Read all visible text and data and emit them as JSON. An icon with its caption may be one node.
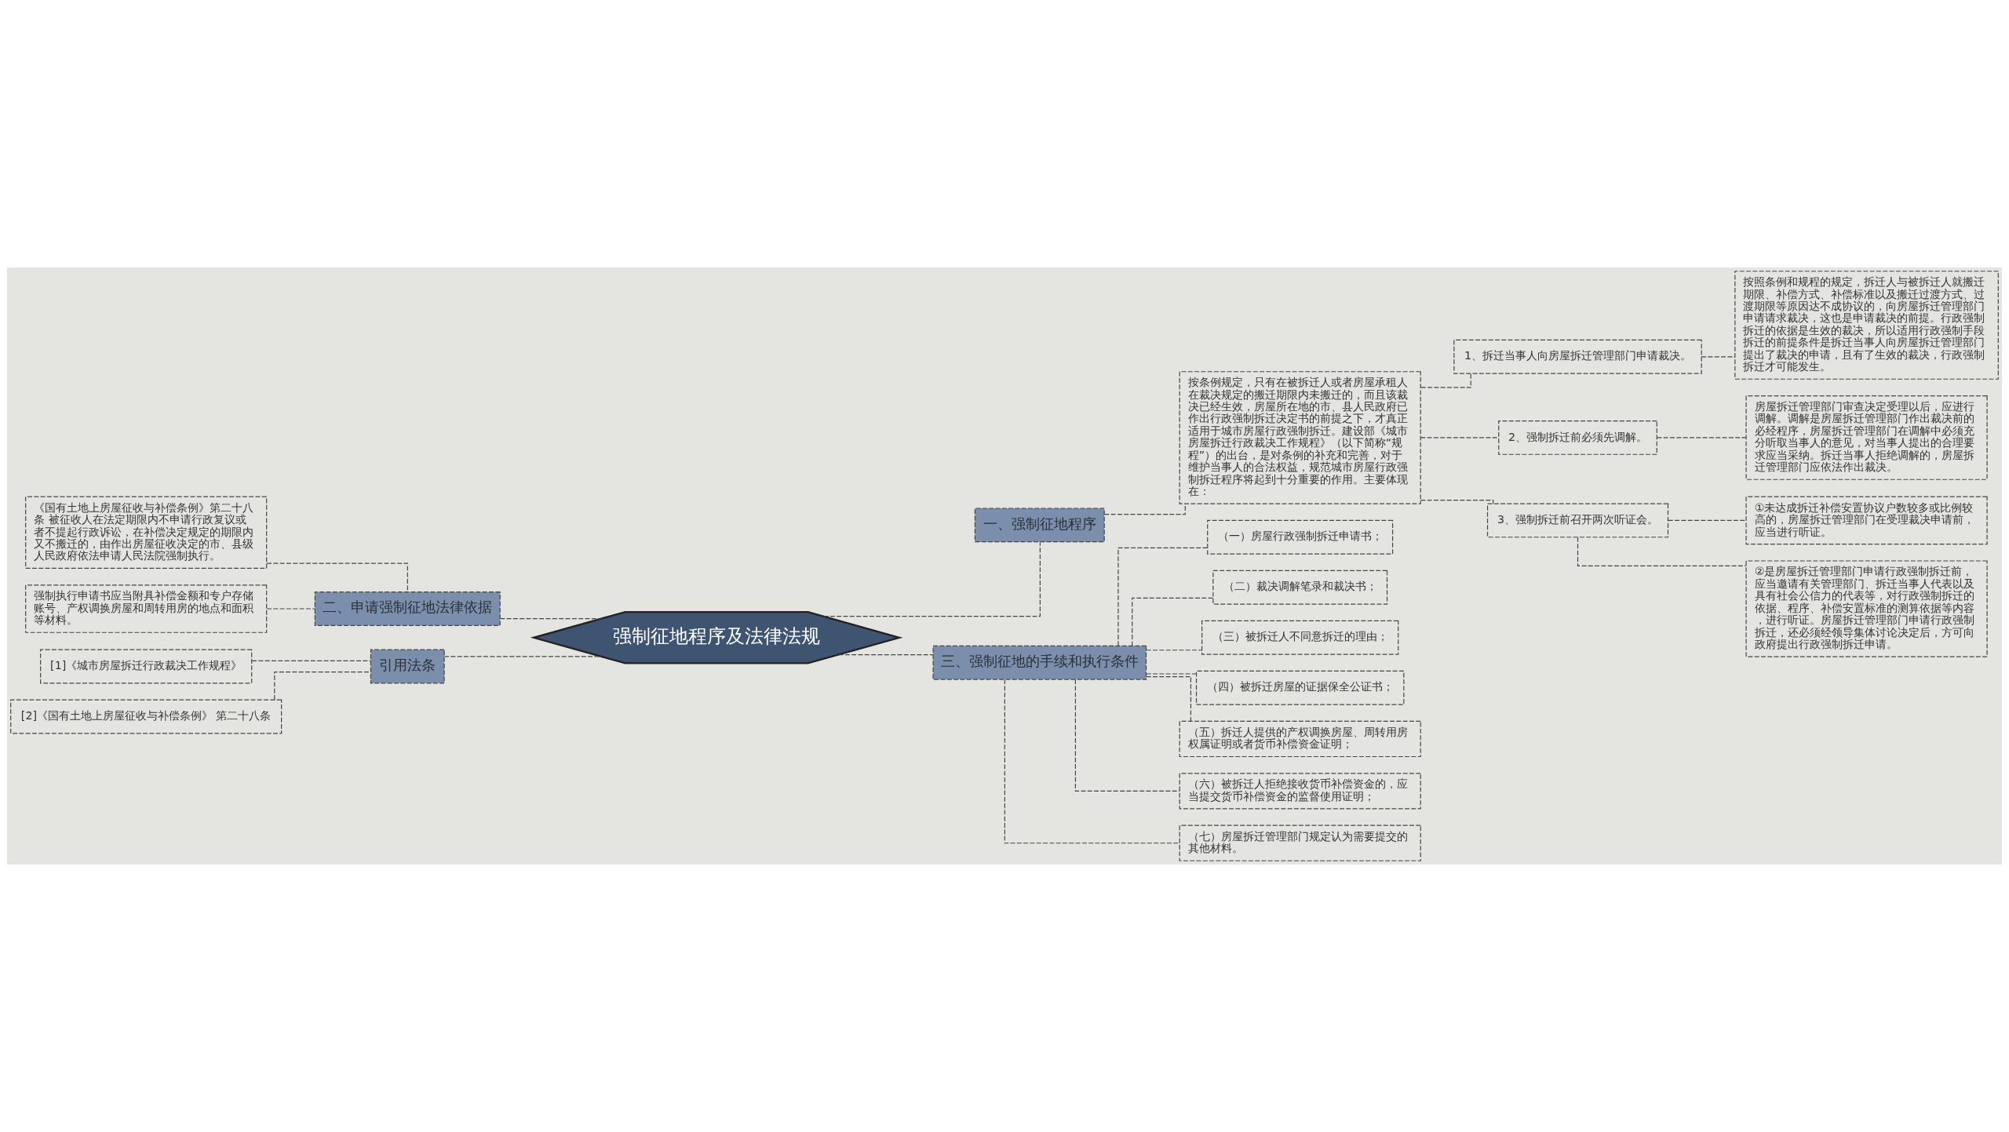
{
  "diagram": {
    "nodes": [
      {
        "text": [
          "强制征地程序及法律法规"
        ]
      },
      {
        "text": [
          "一、强制征地程序"
        ]
      },
      {
        "text": [
          "按条例规定，只有在被拆迁人或者房屋承租人在裁决规定的搬迁期限内未搬迁的，而且该裁决已经生效，房屋所在地的市、县人民政府已作出行政强制拆迁决定书的前提之下，才真正适用于城市房屋行政强制拆迁。建设部《城市房屋拆迁行政裁决工作规程》（以下简称“规程”）的出台，是对条例的补充和完善，对于维护当事人的合法权益，规范城市房屋行政强制拆迁程序将起到十分重要的作用。主要体现在："
        ]
      },
      {
        "text": [
          "1、拆迁当事人向房屋拆迁管理部门申请裁决。"
        ]
      },
      {
        "text": [
          "按照条例和规程的规定，拆迁人与被拆迁人就搬迁期限、补偿方式、补偿标准以及搬迁过渡方式、过渡期限等原因达不成协议的，向房屋拆迁管理部门申请请求裁决，这也是申请裁决的前提。行政强制拆迁的依据是生效的裁决，所以适用行政强制手段拆迁的前提条件是拆迁当事人向房屋拆迁管理部门提出了裁决的申请，且有了生效的裁决，行政强制拆迁才可能发生。"
        ]
      },
      {
        "text": [
          "2、强制拆迁前必须先调解。"
        ]
      },
      {
        "text": [
          "房屋拆迁管理部门审查决定受理以后，应进行调解。调解是房屋拆迁管理部门作出裁决前的必经程序，房屋拆迁管理部门在调解中必须充分听取当事人的意见，对当事人提出的合理要求应当采纳。拆迁当事人拒绝调解的，房屋拆迁管理部门应依法作出裁决。"
        ]
      },
      {
        "text": [
          "3、强制拆迁前召开两次听证会。"
        ]
      },
      {
        "text": [
          "①未达成拆迁补偿安置协议户数较多或比例较高的，房屋拆迁管理部门在受理裁决申请前，应当进行听证。"
        ]
      },
      {
        "text": [
          "②是房屋拆迁管理部门申请行政强制拆迁前，应当邀请有关管理部门、拆迁当事人代表以及具有社会公信力的代表等，对行政强制拆迁的依据、程序、补偿安置标准的测算依据等内容，进行听证。房屋拆迁管理部门申请行政强制拆迁，还必须经领导集体讨论决定后，方可向政府提出行政强制拆迁申请。"
        ]
      },
      {
        "text": [
          "三、强制征地的手续和执行条件"
        ]
      },
      {
        "text": [
          "（一）房屋行政强制拆迁申请书；"
        ]
      },
      {
        "text": [
          "（二）裁决调解笔录和裁决书；"
        ]
      },
      {
        "text": [
          "（三）被拆迁人不同意拆迁的理由；"
        ]
      },
      {
        "text": [
          "（四）被拆迁房屋的证据保全公证书；"
        ]
      },
      {
        "text": [
          "（五）拆迁人提供的产权调换房屋、周转用房权属证明或者货币补偿资金证明；"
        ]
      },
      {
        "text": [
          "（六）被拆迁人拒绝接收货币补偿资金的，应当提交货币补偿资金的监督使用证明；"
        ]
      },
      {
        "text": [
          "（七）房屋拆迁管理部门规定认为需要提交的其他材料。"
        ]
      },
      {
        "text": [
          "二、申请强制征地法律依据"
        ]
      },
      {
        "text": [
          "《国有土地上房屋征收与补偿条例》第二十八条 被征收人在法定期限内不申请行政复议或者不提起行政诉讼，在补偿决定规定的期限内又不搬迁的，由作出房屋征收决定的市、县级人民政府依法申请人民法院强制执行。"
        ]
      },
      {
        "text": [
          "强制执行申请书应当附具补偿金额和专户存储账号、产权调换房屋和周转用房的地点和面积等材料。"
        ]
      },
      {
        "text": [
          "引用法条"
        ]
      },
      {
        "text": [
          "[1]《城市房屋拆迁行政裁决工作规程》"
        ]
      },
      {
        "text": [
          "[2]《国有土地上房屋征收与补偿条例》 第二十八条"
        ]
      }
    ],
    "edges": [
      {
        "from": 0,
        "to": 1,
        "arrow": "none"
      },
      {
        "from": 1,
        "to": 2,
        "arrow": "none"
      },
      {
        "from": 2,
        "to": 3,
        "arrow": "none"
      },
      {
        "from": 3,
        "to": 4,
        "arrow": "none"
      },
      {
        "from": 2,
        "to": 5,
        "arrow": "none"
      },
      {
        "from": 5,
        "to": 6,
        "arrow": "none"
      },
      {
        "from": 2,
        "to": 7,
        "arrow": "none"
      },
      {
        "from": 7,
        "to": 8,
        "arrow": "none"
      },
      {
        "from": 7,
        "to": 9,
        "arrow": "none"
      },
      {
        "from": 0,
        "to": 10,
        "arrow": "none"
      },
      {
        "from": 10,
        "to": 11,
        "arrow": "none"
      },
      {
        "from": 10,
        "to": 12,
        "arrow": "none"
      },
      {
        "from": 10,
        "to": 13,
        "arrow": "none"
      },
      {
        "from": 10,
        "to": 14,
        "arrow": "none"
      },
      {
        "from": 10,
        "to": 15,
        "arrow": "none"
      },
      {
        "from": 10,
        "to": 16,
        "arrow": "none"
      },
      {
        "from": 10,
        "to": 17,
        "arrow": "none"
      },
      {
        "from": 0,
        "to": 18,
        "arrow": "none"
      },
      {
        "from": 18,
        "to": 19,
        "arrow": "none"
      },
      {
        "from": 18,
        "to": 20,
        "arrow": "none"
      },
      {
        "from": 0,
        "to": 21,
        "arrow": "none"
      },
      {
        "from": 21,
        "to": 22,
        "arrow": "none"
      },
      {
        "from": 21,
        "to": 23,
        "arrow": "none"
      }
    ]
  }
}
